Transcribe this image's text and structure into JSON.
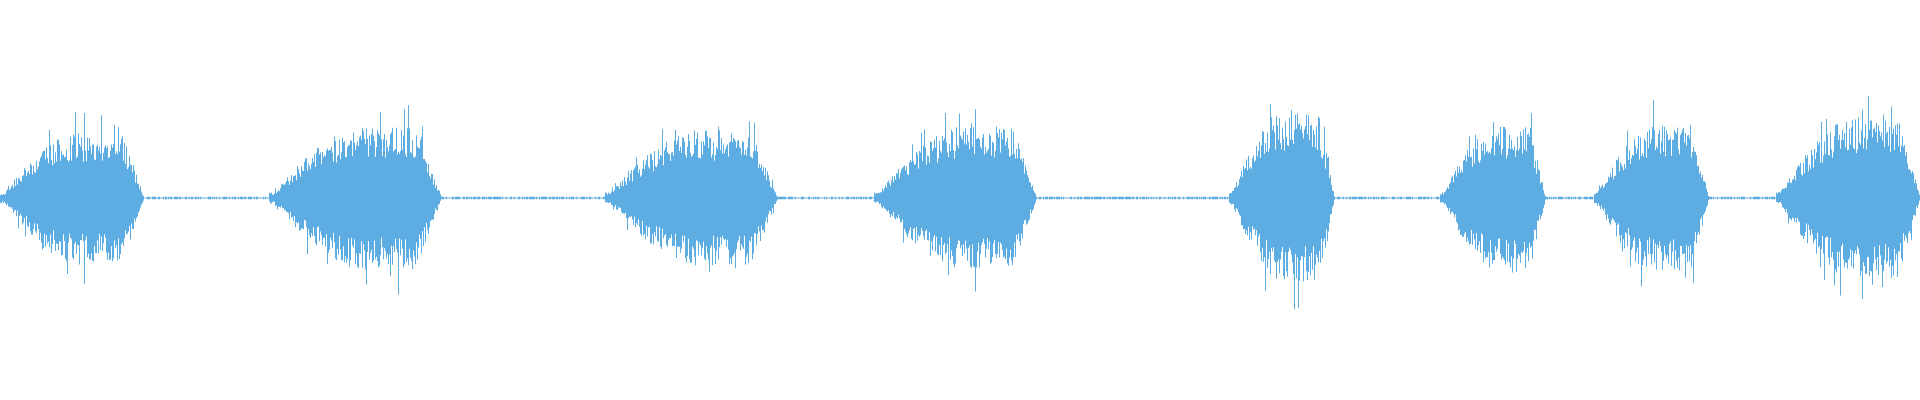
{
  "waveform": {
    "color": "#5dade2",
    "background": "#ffffff",
    "segments": [
      {
        "start": 0.0,
        "end": 0.075,
        "amplitude": 0.5
      },
      {
        "start": 0.14,
        "end": 0.23,
        "amplitude": 0.55
      },
      {
        "start": 0.315,
        "end": 0.405,
        "amplitude": 0.52
      },
      {
        "start": 0.455,
        "end": 0.54,
        "amplitude": 0.55
      },
      {
        "start": 0.64,
        "end": 0.695,
        "amplitude": 0.66
      },
      {
        "start": 0.75,
        "end": 0.805,
        "amplitude": 0.55
      },
      {
        "start": 0.83,
        "end": 0.89,
        "amplitude": 0.56
      },
      {
        "start": 0.925,
        "end": 1.0,
        "amplitude": 0.62
      }
    ],
    "silence_level": 0.012
  }
}
